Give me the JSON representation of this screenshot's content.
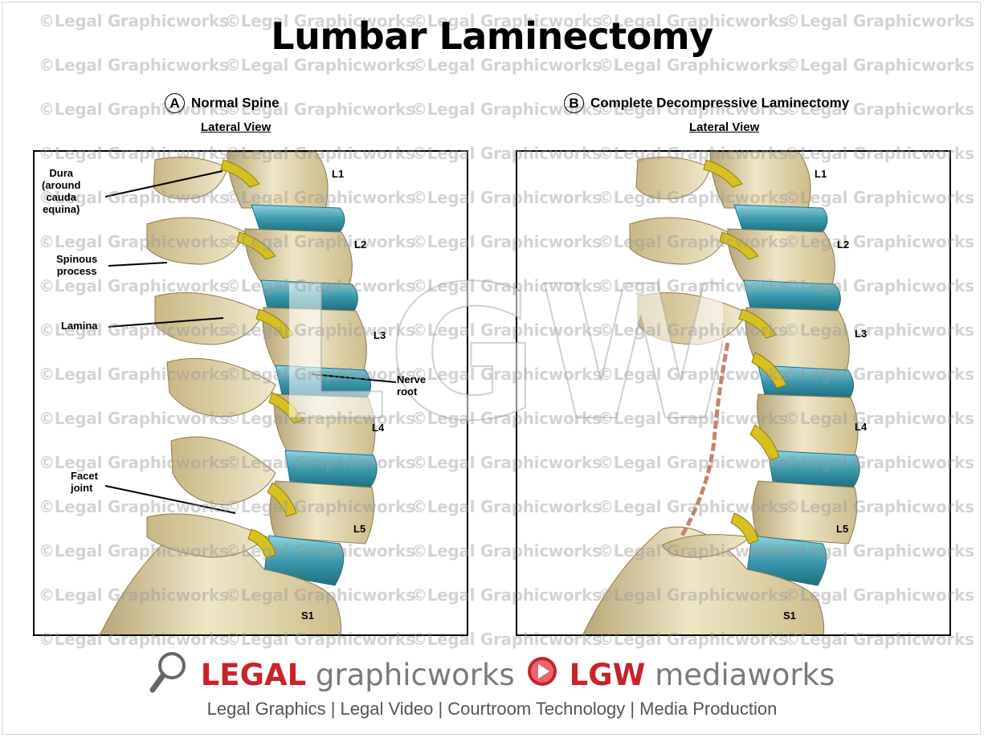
{
  "title": "Lumbar Laminectomy",
  "panels": [
    {
      "letter": "A",
      "heading": "Normal Spine",
      "subheading": "Lateral View",
      "vertebrae": [
        "L1",
        "L2",
        "L3",
        "L4",
        "L5",
        "S1"
      ],
      "labels": {
        "dura": "Dura (around cauda equina)",
        "dura_lines": [
          "Dura",
          "(around",
          "cauda",
          "equina)"
        ],
        "spinous": "Spinous process",
        "spinous_lines": [
          "Spinous",
          "process"
        ],
        "lamina": "Lamina",
        "nerve_lines": [
          "Nerve",
          "root"
        ],
        "facet_lines": [
          "Facet",
          "joint"
        ]
      }
    },
    {
      "letter": "B",
      "heading": "Complete Decompressive Laminectomy",
      "subheading": "Lateral View",
      "vertebrae": [
        "L1",
        "L2",
        "L3",
        "L4",
        "L5",
        "S1"
      ]
    }
  ],
  "watermark": {
    "text": "©Legal Graphicworks",
    "center_mark": "LGW"
  },
  "footer": {
    "brand_left_bold": "LEGAL",
    "brand_left_light": "graphicworks",
    "brand_right_bold": "LGW",
    "brand_right_light": "mediaworks",
    "tagline": "Legal Graphics | Legal Video | Courtroom Technology | Media Production"
  },
  "colors": {
    "bone": "#e6dcb4",
    "bone_shadow": "#a89468",
    "disc": "#3d9aae",
    "nerve": "#d8c020",
    "brand_red": "#c9222c",
    "cut_edge": "#c8826a"
  }
}
